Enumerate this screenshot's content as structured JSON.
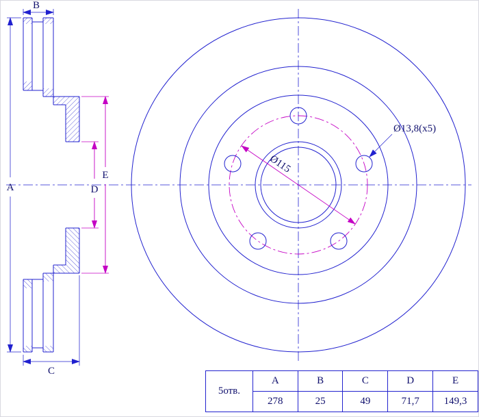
{
  "colors": {
    "line_blue": "#2121cf",
    "dim_magenta": "#c400c4",
    "text_navy": "#11116e"
  },
  "drawing": {
    "dimension_labels": {
      "a": "A",
      "b": "B",
      "c": "C",
      "d": "D",
      "e": "E"
    },
    "annotations": {
      "holes_diameter": "Ø13,8(x5)",
      "bolt_circle_diameter": "Ø115"
    }
  },
  "table": {
    "row_label": "5отв.",
    "headers": [
      "A",
      "B",
      "C",
      "D",
      "E"
    ],
    "values": [
      "278",
      "25",
      "49",
      "71,7",
      "149,3"
    ]
  }
}
